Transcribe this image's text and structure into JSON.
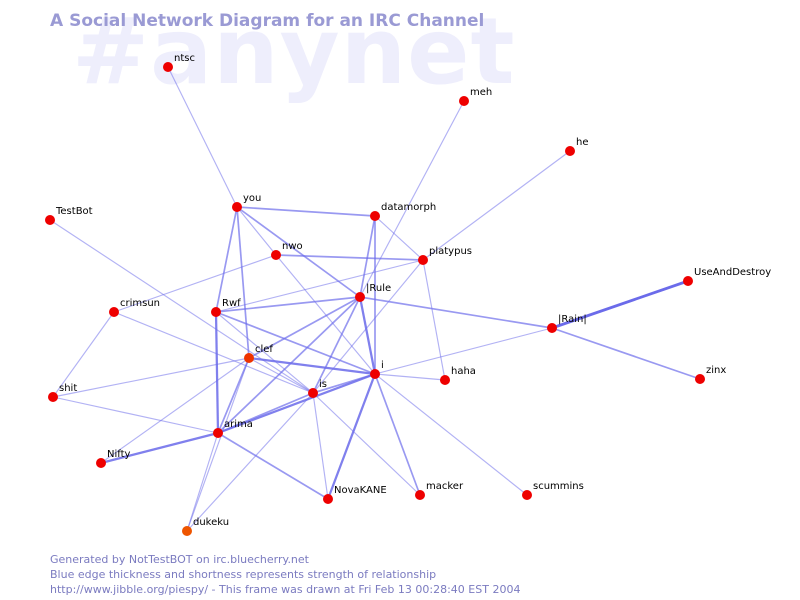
{
  "watermark": "#anynet",
  "title": "A Social Network Diagram for an IRC Channel",
  "footer": {
    "line1": "Generated by NotTestBOT on irc.bluecherry.net",
    "line2": "Blue edge thickness and shortness represents strength of relationship",
    "line3": "http://www.jibble.org/piespy/ - This frame was drawn at Fri Feb 13 00:28:40 EST 2004"
  },
  "colors": {
    "node": "#ee0000",
    "node_highlight": "#ee3300",
    "node_dim": "#ee5500",
    "edge": "#6b6bea",
    "title": "#9a9ad4",
    "watermark": "#eeeefc",
    "footer": "#7b7bc0"
  },
  "nodes": [
    {
      "id": "ntsc",
      "label": "ntsc",
      "color": "node"
    },
    {
      "id": "meh",
      "label": "meh",
      "color": "node"
    },
    {
      "id": "he",
      "label": "he",
      "color": "node"
    },
    {
      "id": "you",
      "label": "you",
      "color": "node"
    },
    {
      "id": "datamorph",
      "label": "datamorph",
      "color": "node"
    },
    {
      "id": "TestBot",
      "label": "TestBot",
      "color": "node"
    },
    {
      "id": "nwo",
      "label": "nwo",
      "color": "node"
    },
    {
      "id": "platypus",
      "label": "platypus",
      "color": "node"
    },
    {
      "id": "UseAndDestroy",
      "label": "UseAndDestroy",
      "color": "node"
    },
    {
      "id": "IRule",
      "label": "|Rule",
      "color": "node"
    },
    {
      "id": "crimsun",
      "label": "crimsun",
      "color": "node"
    },
    {
      "id": "Rwf",
      "label": "Rwf",
      "color": "node"
    },
    {
      "id": "Rain",
      "label": "|Rain|",
      "color": "node"
    },
    {
      "id": "clef",
      "label": "clef",
      "color": "node_highlight"
    },
    {
      "id": "i",
      "label": "i",
      "color": "node"
    },
    {
      "id": "haha",
      "label": "haha",
      "color": "node"
    },
    {
      "id": "zinx",
      "label": "zinx",
      "color": "node"
    },
    {
      "id": "shit",
      "label": "shit",
      "color": "node"
    },
    {
      "id": "is",
      "label": "is",
      "color": "node"
    },
    {
      "id": "arima",
      "label": "arima",
      "color": "node"
    },
    {
      "id": "Nifty",
      "label": "Nifty",
      "color": "node"
    },
    {
      "id": "macker",
      "label": "macker",
      "color": "node"
    },
    {
      "id": "scummins",
      "label": "scummins",
      "color": "node"
    },
    {
      "id": "NovaKANE",
      "label": "NovaKANE",
      "color": "node"
    },
    {
      "id": "dukeku",
      "label": "dukeku",
      "color": "node_dim"
    }
  ],
  "edges": [
    {
      "from": "ntsc",
      "to": "you",
      "strength": 1
    },
    {
      "from": "you",
      "to": "datamorph",
      "strength": 2
    },
    {
      "from": "you",
      "to": "nwo",
      "strength": 1
    },
    {
      "from": "you",
      "to": "IRule",
      "strength": 2
    },
    {
      "from": "you",
      "to": "Rwf",
      "strength": 2
    },
    {
      "from": "you",
      "to": "clef",
      "strength": 2
    },
    {
      "from": "meh",
      "to": "IRule",
      "strength": 1
    },
    {
      "from": "he",
      "to": "platypus",
      "strength": 1
    },
    {
      "from": "TestBot",
      "to": "is",
      "strength": 1
    },
    {
      "from": "datamorph",
      "to": "IRule",
      "strength": 2
    },
    {
      "from": "datamorph",
      "to": "i",
      "strength": 2
    },
    {
      "from": "datamorph",
      "to": "platypus",
      "strength": 1
    },
    {
      "from": "nwo",
      "to": "platypus",
      "strength": 2
    },
    {
      "from": "nwo",
      "to": "i",
      "strength": 1
    },
    {
      "from": "nwo",
      "to": "crimsun",
      "strength": 1
    },
    {
      "from": "platypus",
      "to": "Rwf",
      "strength": 1
    },
    {
      "from": "platypus",
      "to": "is",
      "strength": 1
    },
    {
      "from": "platypus",
      "to": "haha",
      "strength": 1
    },
    {
      "from": "IRule",
      "to": "Rwf",
      "strength": 2
    },
    {
      "from": "IRule",
      "to": "Rain",
      "strength": 2
    },
    {
      "from": "IRule",
      "to": "i",
      "strength": 3
    },
    {
      "from": "IRule",
      "to": "clef",
      "strength": 2
    },
    {
      "from": "IRule",
      "to": "is",
      "strength": 2
    },
    {
      "from": "IRule",
      "to": "arima",
      "strength": 2
    },
    {
      "from": "Rain",
      "to": "UseAndDestroy",
      "strength": 4
    },
    {
      "from": "Rain",
      "to": "zinx",
      "strength": 2
    },
    {
      "from": "Rain",
      "to": "i",
      "strength": 1
    },
    {
      "from": "crimsun",
      "to": "is",
      "strength": 1
    },
    {
      "from": "Rwf",
      "to": "i",
      "strength": 2
    },
    {
      "from": "Rwf",
      "to": "arima",
      "strength": 3
    },
    {
      "from": "Rwf",
      "to": "is",
      "strength": 1
    },
    {
      "from": "clef",
      "to": "i",
      "strength": 3
    },
    {
      "from": "clef",
      "to": "arima",
      "strength": 2
    },
    {
      "from": "clef",
      "to": "Nifty",
      "strength": 1
    },
    {
      "from": "clef",
      "to": "dukeku",
      "strength": 1
    },
    {
      "from": "clef",
      "to": "is",
      "strength": 1
    },
    {
      "from": "clef",
      "to": "shit",
      "strength": 1
    },
    {
      "from": "i",
      "to": "arima",
      "strength": 3
    },
    {
      "from": "i",
      "to": "haha",
      "strength": 1
    },
    {
      "from": "i",
      "to": "NovaKANE",
      "strength": 3
    },
    {
      "from": "i",
      "to": "macker",
      "strength": 2
    },
    {
      "from": "i",
      "to": "scummins",
      "strength": 1
    },
    {
      "from": "i",
      "to": "is",
      "strength": 2
    },
    {
      "from": "shit",
      "to": "crimsun",
      "strength": 1
    },
    {
      "from": "shit",
      "to": "arima",
      "strength": 1
    },
    {
      "from": "is",
      "to": "arima",
      "strength": 2
    },
    {
      "from": "is",
      "to": "NovaKANE",
      "strength": 1
    },
    {
      "from": "is",
      "to": "dukeku",
      "strength": 1
    },
    {
      "from": "arima",
      "to": "Nifty",
      "strength": 3
    },
    {
      "from": "arima",
      "to": "NovaKANE",
      "strength": 2
    },
    {
      "from": "arima",
      "to": "dukeku",
      "strength": 1
    },
    {
      "from": "is",
      "to": "macker",
      "strength": 1
    }
  ]
}
